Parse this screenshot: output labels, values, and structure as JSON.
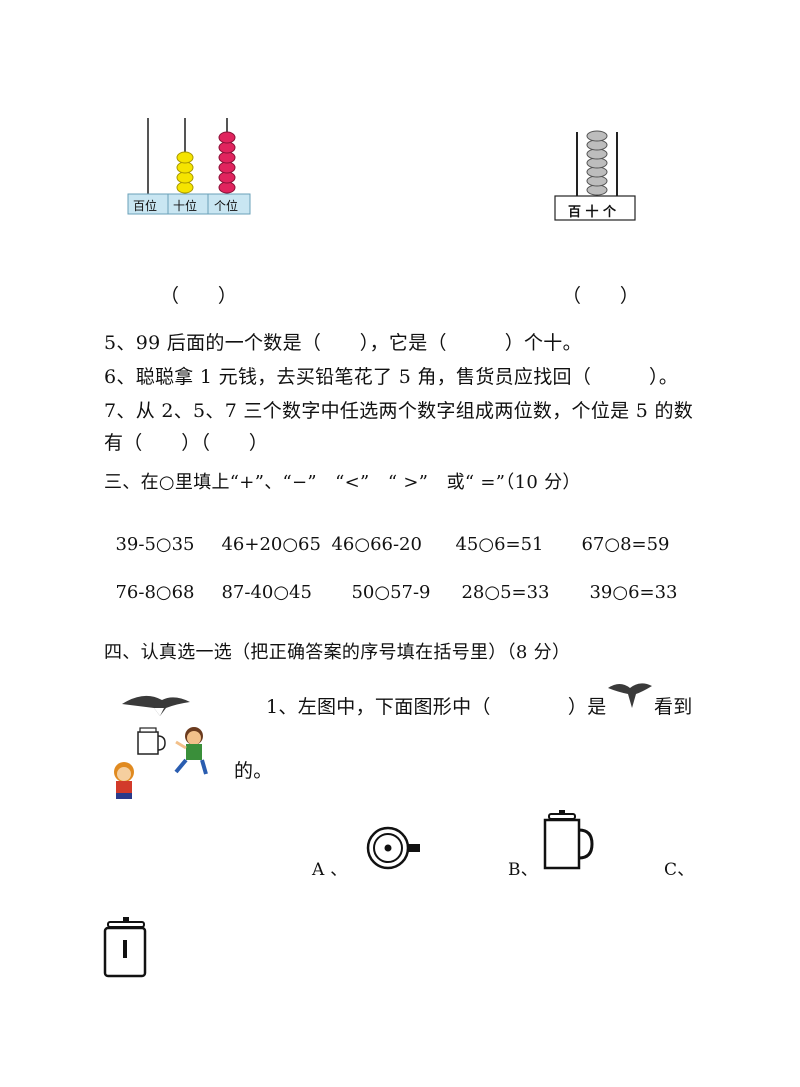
{
  "abacus1": {
    "labels": [
      "百位",
      "十位",
      "个位"
    ],
    "beads": {
      "hundreds": 0,
      "tens": 4,
      "ones": 6
    },
    "colors": {
      "tens": "#f5e400",
      "ones": "#e0245e",
      "base": "#c9e6f2"
    }
  },
  "abacus2": {
    "labels": "百 十 个",
    "beads": {
      "hundreds": 0,
      "tens": 7,
      "ones": 0
    },
    "colors": {
      "bead": "#bdbdbd"
    }
  },
  "blanks": {
    "left": "（　　）",
    "right": "（　　）"
  },
  "questions": {
    "q5": "5、99 后面的一个数是（　　），它是（　　　）个十。",
    "q6": "6、聪聪拿 1 元钱，去买铅笔花了 5 角，售货员应找回（　　　）。",
    "q7a": "7、从 2、5、7 三个数字中任选两个数字组成两位数，个位是 5 的数",
    "q7b": "有（　　）（　　）"
  },
  "section3": {
    "title": "三、在○里填上“+”、“−”　“<”　“ >”　或“ =”（10 分）",
    "row1": [
      "39-5○35",
      "46+20○65",
      "46○66-20",
      "45○6=51",
      "67○8=59"
    ],
    "row2": [
      "76-8○68",
      "87-40○45",
      "50○57-9",
      "28○5=33",
      "39○6=33"
    ]
  },
  "section4": {
    "title": "四、认真选一选（把正确答案的序号填在括号里）（8 分）",
    "q1_prefix": "1、左图中，下面图形中（　　　　）是",
    "q1_suffix": "看到",
    "q1_end": "的。",
    "options": {
      "a": "A 、",
      "b": "B、",
      "c": "C、"
    }
  }
}
